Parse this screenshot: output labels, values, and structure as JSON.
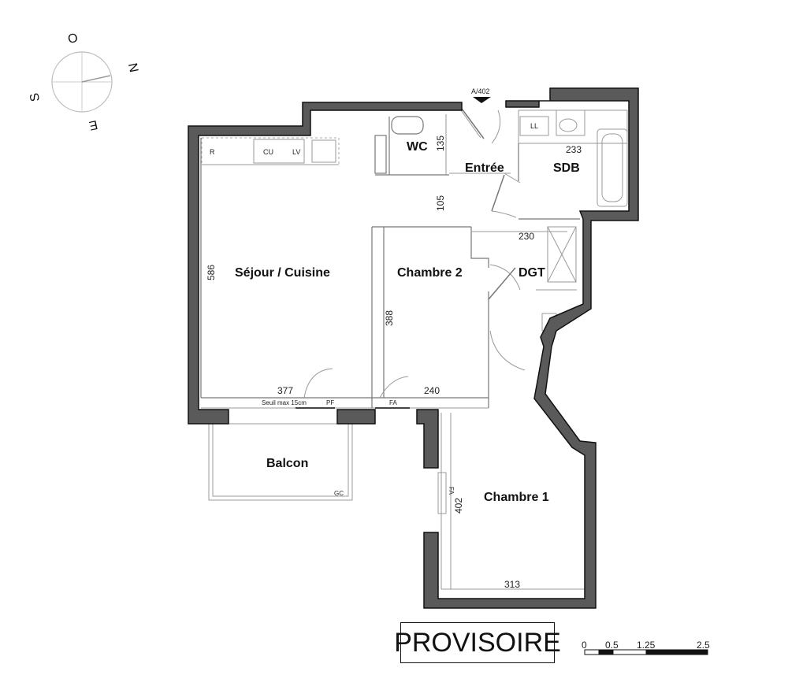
{
  "compass": {
    "north": "N",
    "south": "S",
    "east": "E",
    "west": "O"
  },
  "section_marker": "A/402",
  "rooms": {
    "wc": "WC",
    "entree": "Entrée",
    "sdb": "SDB",
    "sejour": "Séjour / Cuisine",
    "chambre2": "Chambre 2",
    "dgt": "DGT",
    "balcon": "Balcon",
    "chambre1": "Chambre 1"
  },
  "dimensions": {
    "wc_135": "135",
    "entree_105": "105",
    "sdb_233": "233",
    "dgt_230": "230",
    "sejour_586": "586",
    "chambre2_388": "388",
    "sejour_377": "377",
    "chambre2_240": "240",
    "chambre1_402": "402",
    "chambre1_313": "313"
  },
  "fixtures": {
    "fridge": "R",
    "cooktop": "CU",
    "dishwasher": "LV",
    "washing": "LL",
    "patio_door": "PF",
    "window_1": "FA",
    "window_2": "FA",
    "guardrail": "GC",
    "threshold": "Seuil max 15cm"
  },
  "stamp": "PROVISOIRE",
  "scale": {
    "t0": "0",
    "t1": "0.5",
    "t2": "1.25",
    "t3": "2.5"
  }
}
